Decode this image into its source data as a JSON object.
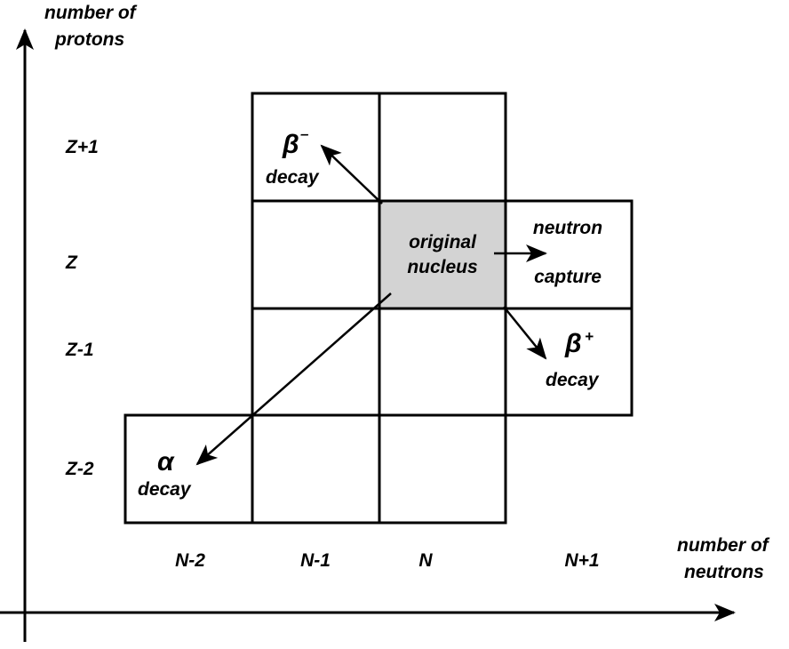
{
  "axes": {
    "y_label": [
      "number of",
      "protons"
    ],
    "x_label": [
      "number of",
      "neutrons"
    ]
  },
  "rows": [
    "Z+1",
    "Z",
    "Z-1",
    "Z-2"
  ],
  "columns": [
    "N-2",
    "N-1",
    "N",
    "N+1"
  ],
  "center_cell": {
    "label": [
      "original",
      "nucleus"
    ],
    "fill": "#d3d3d3"
  },
  "processes": {
    "beta_minus": {
      "symbol": "β",
      "charge": "–",
      "label": "decay"
    },
    "beta_plus": {
      "symbol": "β",
      "charge": "+",
      "label": "decay"
    },
    "neutron_capture": {
      "label": [
        "neutron",
        "capture"
      ]
    },
    "alpha": {
      "symbol": "α",
      "label": "decay"
    }
  },
  "colors": {
    "stroke": "#000000",
    "highlight": "#d3d3d3"
  }
}
